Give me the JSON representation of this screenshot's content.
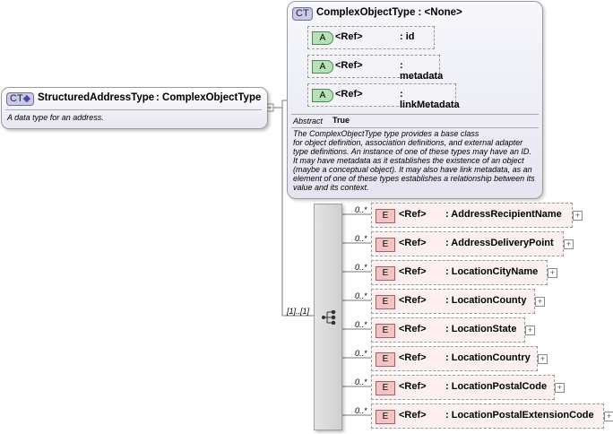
{
  "main_type": {
    "badge": "CT",
    "name": "StructuredAddressType",
    "base_type": ": ComplexObjectType",
    "description": "A data type for an address."
  },
  "base_type_box": {
    "badge": "CT",
    "title": "ComplexObjectType : <None>",
    "attributes": [
      {
        "badge": "A",
        "ref": "<Ref>",
        "name": ": id"
      },
      {
        "badge": "A",
        "ref": "<Ref>",
        "name": ": metadata"
      },
      {
        "badge": "A",
        "ref": "<Ref>",
        "name": ": linkMetadata"
      }
    ],
    "abstract_label": "Abstract",
    "abstract_value": "True",
    "documentation": [
      "The ComplexObjectType type provides a base class",
      "for object definition, association definitions, and external adapter",
      "type definitions. An instance of one of these types may have an ID.",
      "It may have metadata as it establishes the existence of an object",
      "(maybe a conceptual object). It may also have link metadata, as an",
      "element of one of these types establishes a relationship between its",
      "value and its context."
    ]
  },
  "sequence": {
    "cardinality": "[1]..[1]"
  },
  "elements": [
    {
      "badge": "E",
      "ref": "<Ref>",
      "name": ": AddressRecipientName",
      "cardinality": "0..*"
    },
    {
      "badge": "E",
      "ref": "<Ref>",
      "name": ": AddressDeliveryPoint",
      "cardinality": "0..*"
    },
    {
      "badge": "E",
      "ref": "<Ref>",
      "name": ": LocationCityName",
      "cardinality": "0..*"
    },
    {
      "badge": "E",
      "ref": "<Ref>",
      "name": ": LocationCounty",
      "cardinality": "0..*"
    },
    {
      "badge": "E",
      "ref": "<Ref>",
      "name": ": LocationState",
      "cardinality": "0..*"
    },
    {
      "badge": "E",
      "ref": "<Ref>",
      "name": ": LocationCountry",
      "cardinality": "0..*"
    },
    {
      "badge": "E",
      "ref": "<Ref>",
      "name": ": LocationPostalCode",
      "cardinality": "0..*"
    },
    {
      "badge": "E",
      "ref": "<Ref>",
      "name": ": LocationPostalExtensionCode",
      "cardinality": "0..*"
    }
  ]
}
